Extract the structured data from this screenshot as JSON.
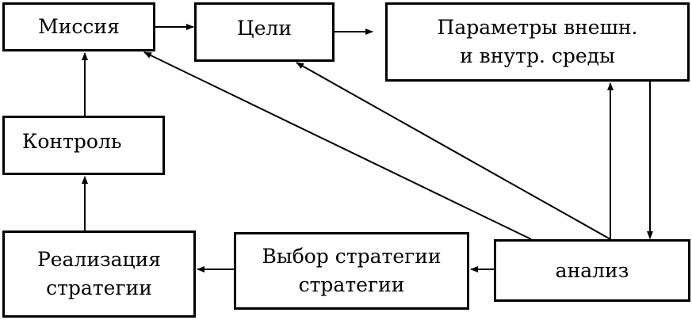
{
  "nodes": {
    "mission": {
      "lines": [
        "Миссия"
      ]
    },
    "goals": {
      "lines": [
        "Цели"
      ]
    },
    "params": {
      "lines": [
        "Параметры внешн.",
        "и внутр. среды"
      ]
    },
    "control": {
      "lines": [
        "Контроль"
      ]
    },
    "impl": {
      "lines": [
        "Реализация",
        "стратегии"
      ]
    },
    "choice": {
      "lines": [
        "Выбор стратегии",
        "стратегии"
      ]
    },
    "analysis": {
      "lines": [
        "анализ"
      ]
    }
  },
  "edges": [
    {
      "from": "mission",
      "to": "goals"
    },
    {
      "from": "goals",
      "to": "params"
    },
    {
      "from": "params",
      "to": "analysis"
    },
    {
      "from": "analysis",
      "to": "params"
    },
    {
      "from": "analysis",
      "to": "goals"
    },
    {
      "from": "analysis",
      "to": "mission"
    },
    {
      "from": "analysis",
      "to": "choice"
    },
    {
      "from": "choice",
      "to": "impl"
    },
    {
      "from": "impl",
      "to": "control"
    },
    {
      "from": "control",
      "to": "mission"
    }
  ]
}
